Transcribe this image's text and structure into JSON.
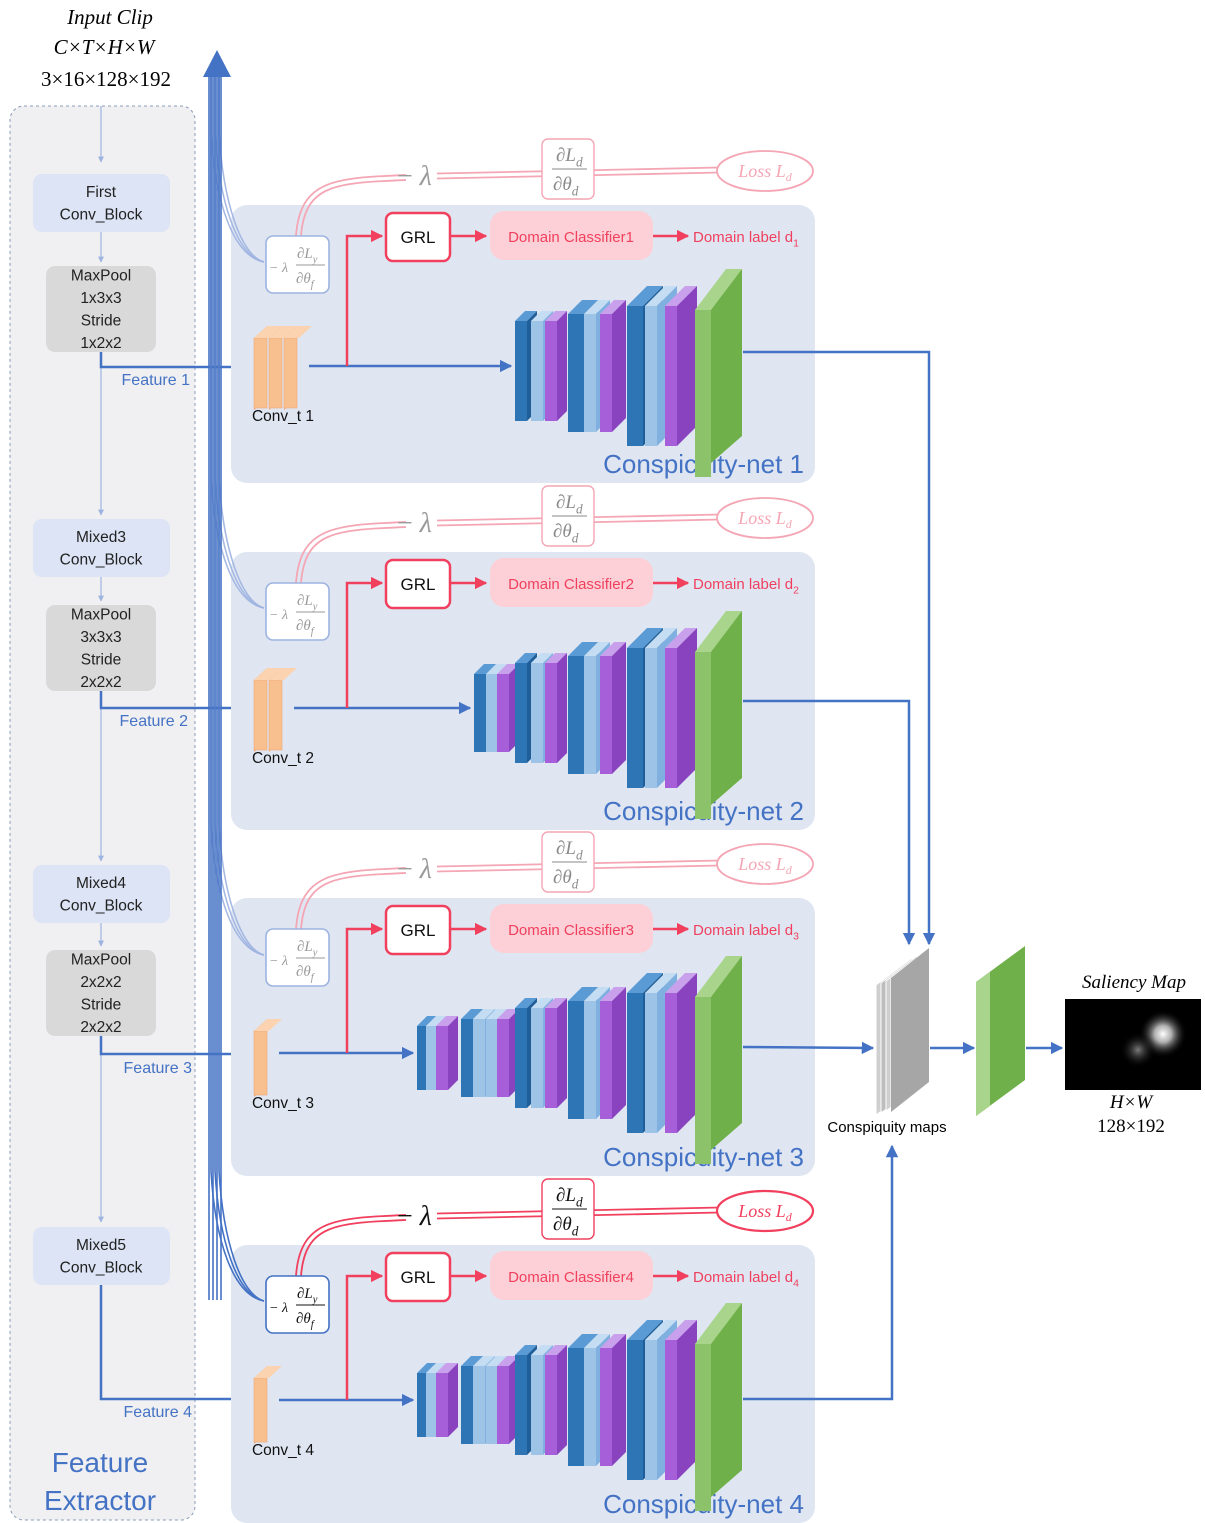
{
  "input": {
    "title": "Input Clip",
    "dims_label": "C×T×H×W",
    "dims_value": "3×16×128×192"
  },
  "extractor": {
    "title_line1": "Feature",
    "title_line2": "Extractor",
    "blocks": [
      {
        "lines": [
          "First",
          "Conv_Block"
        ]
      },
      {
        "lines": [
          "MaxPool",
          "1x3x3",
          "Stride",
          "1x2x2"
        ]
      },
      {
        "lines": [
          "Mixed3",
          "Conv_Block"
        ]
      },
      {
        "lines": [
          "MaxPool",
          "3x3x3",
          "Stride",
          "2x2x2"
        ]
      },
      {
        "lines": [
          "Mixed4",
          "Conv_Block"
        ]
      },
      {
        "lines": [
          "MaxPool",
          "2x2x2",
          "Stride",
          "2x2x2"
        ]
      },
      {
        "lines": [
          "Mixed5",
          "Conv_Block"
        ]
      }
    ],
    "features": [
      "Feature 1",
      "Feature 2",
      "Feature 3",
      "Feature 4"
    ]
  },
  "nets": [
    {
      "title": "Conspicuity-net 1",
      "conv": "Conv_t 1",
      "classifier": "Domain Classifier1",
      "label": "Domain label d",
      "label_sub": "1"
    },
    {
      "title": "Conspicuity-net 2",
      "conv": "Conv_t 2",
      "classifier": "Domain Classifier2",
      "label": "Domain label d",
      "label_sub": "2"
    },
    {
      "title": "Conspicuity-net 3",
      "conv": "Conv_t 3",
      "classifier": "Domain Classifier3",
      "label": "Domain label d",
      "label_sub": "3"
    },
    {
      "title": "Conspicuity-net 4",
      "conv": "Conv_t 4",
      "classifier": "Domain Classifier4",
      "label": "Domain label d",
      "label_sub": "4"
    }
  ],
  "grl_label": "GRL",
  "loss": {
    "text": "Loss",
    "var": "L",
    "sub": "d"
  },
  "lambda": {
    "minus": "−",
    "symbol": "λ"
  },
  "grad_d": {
    "num": "∂L",
    "num_sub": "d",
    "den": "∂θ",
    "den_sub": "d"
  },
  "grad_y": {
    "prefix": "− λ",
    "num": "∂L",
    "num_sub": "y",
    "den": "∂θ",
    "den_sub": "f"
  },
  "conspicuity_maps_label": "Conspiquity maps",
  "output": {
    "title": "Saliency Map",
    "dims_label": "H×W",
    "dims_value": "128×192"
  },
  "colors": {
    "blue_arrow": "#4472c4",
    "light_blue_arrow": "#9db3e0",
    "red": "#f0405e",
    "pink": "#f4a6b4",
    "panel": "#dfe6f2",
    "extractor_panel": "#f0f0f2",
    "block_blue": "#dce4f5",
    "block_gray": "#d9d9d9",
    "conv_orange": "#f8c08f",
    "classifier_fill": "#fcd0d6",
    "layer_dark_blue": "#2e75b6",
    "layer_light_blue": "#9dc3e6",
    "layer_purple": "#a65fd8",
    "layer_green": "#8cc26a",
    "net_title": "#4472c4"
  }
}
